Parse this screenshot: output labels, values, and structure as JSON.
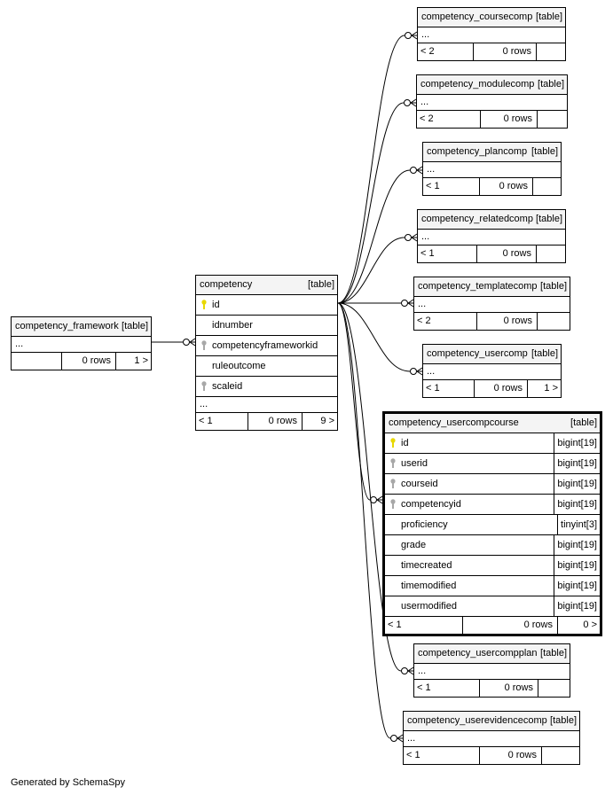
{
  "tables": {
    "framework": {
      "name": "competency_framework",
      "tag": "[table]",
      "ellipsis": "...",
      "parents": "",
      "rows": "0 rows",
      "children": "1 >"
    },
    "competency": {
      "name": "competency",
      "tag": "[table]",
      "columns": [
        {
          "name": "id",
          "key": "primary"
        },
        {
          "name": "idnumber",
          "key": ""
        },
        {
          "name": "competencyframeworkid",
          "key": "foreign"
        },
        {
          "name": "ruleoutcome",
          "key": ""
        },
        {
          "name": "scaleid",
          "key": "foreign"
        }
      ],
      "ellipsis": "...",
      "parents": "< 1",
      "rows": "0 rows",
      "children": "9 >"
    },
    "coursecomp": {
      "name": "competency_coursecomp",
      "tag": "[table]",
      "ellipsis": "...",
      "parents": "< 2",
      "rows": "0 rows",
      "children": ""
    },
    "modulecomp": {
      "name": "competency_modulecomp",
      "tag": "[table]",
      "ellipsis": "...",
      "parents": "< 2",
      "rows": "0 rows",
      "children": ""
    },
    "plancomp": {
      "name": "competency_plancomp",
      "tag": "[table]",
      "ellipsis": "...",
      "parents": "< 1",
      "rows": "0 rows",
      "children": ""
    },
    "relatedcomp": {
      "name": "competency_relatedcomp",
      "tag": "[table]",
      "ellipsis": "...",
      "parents": "< 1",
      "rows": "0 rows",
      "children": ""
    },
    "templatecomp": {
      "name": "competency_templatecomp",
      "tag": "[table]",
      "ellipsis": "...",
      "parents": "< 2",
      "rows": "0 rows",
      "children": ""
    },
    "usercomp": {
      "name": "competency_usercomp",
      "tag": "[table]",
      "ellipsis": "...",
      "parents": "< 1",
      "rows": "0 rows",
      "children": "1 >"
    },
    "usercompcourse": {
      "name": "competency_usercompcourse",
      "tag": "[table]",
      "columns": [
        {
          "name": "id",
          "key": "primary",
          "type": "bigint[19]"
        },
        {
          "name": "userid",
          "key": "foreign",
          "type": "bigint[19]"
        },
        {
          "name": "courseid",
          "key": "foreign",
          "type": "bigint[19]"
        },
        {
          "name": "competencyid",
          "key": "foreign",
          "type": "bigint[19]"
        },
        {
          "name": "proficiency",
          "key": "",
          "type": "tinyint[3]"
        },
        {
          "name": "grade",
          "key": "",
          "type": "bigint[19]"
        },
        {
          "name": "timecreated",
          "key": "",
          "type": "bigint[19]"
        },
        {
          "name": "timemodified",
          "key": "",
          "type": "bigint[19]"
        },
        {
          "name": "usermodified",
          "key": "",
          "type": "bigint[19]"
        }
      ],
      "parents": "< 1",
      "rows": "0 rows",
      "children": "0 >"
    },
    "usercompplan": {
      "name": "competency_usercompplan",
      "tag": "[table]",
      "ellipsis": "...",
      "parents": "< 1",
      "rows": "0 rows",
      "children": ""
    },
    "userevidencecomp": {
      "name": "competency_userevidencecomp",
      "tag": "[table]",
      "ellipsis": "...",
      "parents": "< 1",
      "rows": "0 rows",
      "children": ""
    }
  },
  "footer": {
    "credit": "Generated by SchemaSpy"
  },
  "colors": {
    "primary_key": "#e8d800",
    "foreign_key": "#a8a8a8",
    "header_bg": "#f4f4f4",
    "line": "#000000"
  }
}
